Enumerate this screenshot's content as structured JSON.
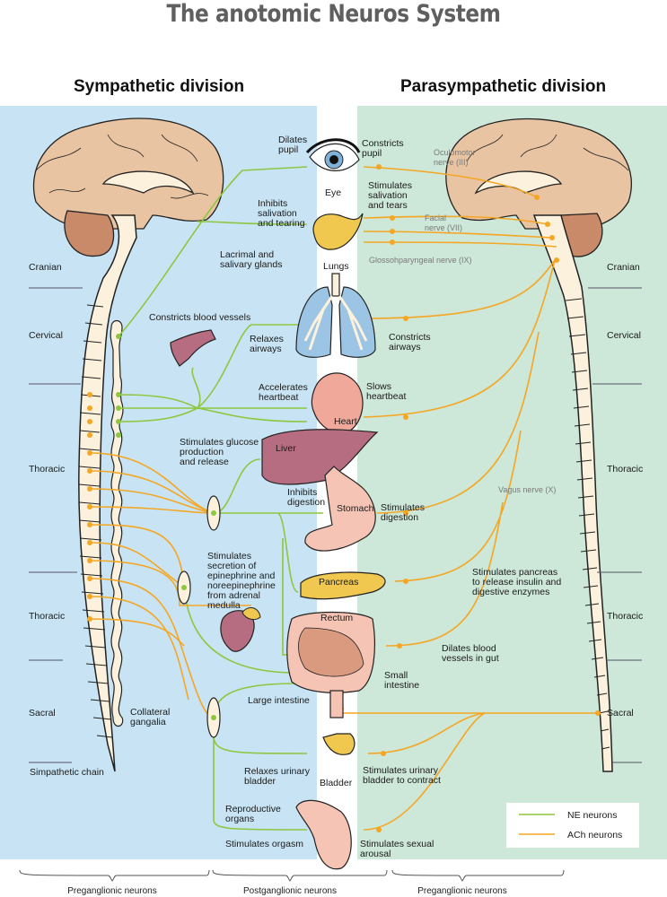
{
  "title": "The anotomic Neuros System",
  "divisions": {
    "sympathetic": "Sympathetic division",
    "parasympathetic": "Parasympathetic division"
  },
  "colors": {
    "sympathetic_bg": "#c8e4f4",
    "parasympathetic_bg": "#cde7d8",
    "ne_neuron": "#8dc63f",
    "ach_neuron": "#f5a623",
    "brain": "#e8c4a2",
    "cerebellum": "#c98a6a",
    "spine": "#fbf1dc"
  },
  "spinal_regions_left": [
    "Cranian",
    "Cervical",
    "Thoracic",
    "Thoracic",
    "Sacral"
  ],
  "spinal_regions_right": [
    "Cranian",
    "Cervical",
    "Thoracic",
    "Thoracic",
    "Sacral"
  ],
  "organs": {
    "eye": "Eye",
    "lungs": "Lungs",
    "heart": "Heart",
    "liver": "Liver",
    "stomach": "Stomach",
    "pancreas": "Pancreas",
    "rectum": "Rectum",
    "small_intestine": "Small\nintestine",
    "large_intestine": "Large intestine",
    "bladder": "Bladder",
    "lacrimal": "Lacrimal and\nsalivary glands",
    "reproductive": "Reproductive\norgans"
  },
  "sympathetic_effects": {
    "eye": "Dilates\npupil",
    "glands": "Inhibits\nsalivation\nand tearing",
    "vessels": "Constricts blood vessels",
    "lungs": "Relaxes\nairways",
    "heart": "Accelerates\nheartbeat",
    "liver": "Stimulates glucose\nproduction\nand release",
    "stomach": "Inhibits\ndigestion",
    "adrenal": "Stimulates\nsecretion of\nepinephrine and\nnoreepinephrine\nfrom adrenal\nmedulla",
    "bladder": "Relaxes urinary\nbladder",
    "orgasm": "Stimulates orgasm"
  },
  "parasympathetic_effects": {
    "eye": "Constricts\npupil",
    "glands": "Stimulates\nsalivation\nand tears",
    "lungs": "Constricts\nairways",
    "heart": "Slows\nheartbeat",
    "stomach": "Stimulates\ndigestion",
    "pancreas": "Stimulates pancreas\nto release insulin and\ndigestive enzymes",
    "gut": "Dilates blood\nvessels in gut",
    "bladder": "Stimulates urinary\nbladder to contract",
    "arousal": "Stimulates sexual\narousal"
  },
  "nerves": {
    "oculomotor": "Oculomotor\nnerve (III)",
    "facial": "Facial\nnerve (VII)",
    "glosso": "Glossohparyngeal nerve (IX)",
    "vagus": "Vagus nerve (X)"
  },
  "structures": {
    "collateral": "Collateral\ngangalia",
    "chain": "Simpathetic chain"
  },
  "legend": {
    "ne": "NE neurons",
    "ach": "ACh neurons"
  },
  "braces": [
    "Preganglionic neurons",
    "Postganglionic neurons",
    "Preganglionic neurons"
  ]
}
